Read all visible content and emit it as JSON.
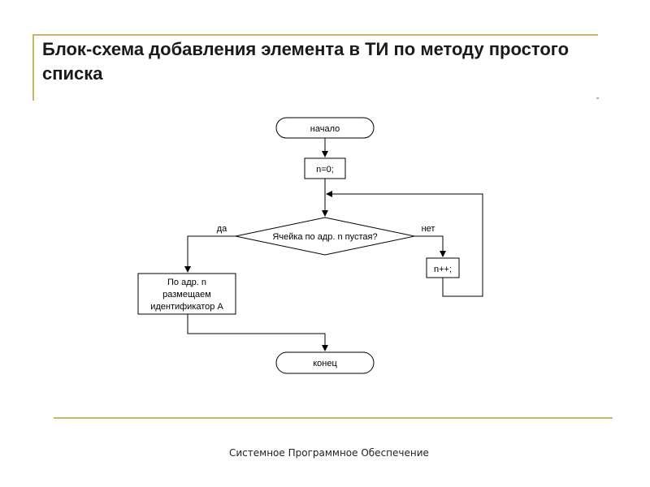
{
  "slide": {
    "title": "Блок-схема добавления элемента в ТИ по методу простого списка",
    "footer": "Системное Программное Обеспечение",
    "accent_color": "#c9b56a"
  },
  "flowchart": {
    "start_label": "начало",
    "init_label": "n=0;",
    "decision_label": "Ячейка по адр. n пустая?",
    "yes_label": "да",
    "no_label": "нет",
    "increment_label": "n++;",
    "place_lines": [
      "По адр. n",
      "размещаем",
      "идентификатор А"
    ],
    "end_label": "конец"
  }
}
